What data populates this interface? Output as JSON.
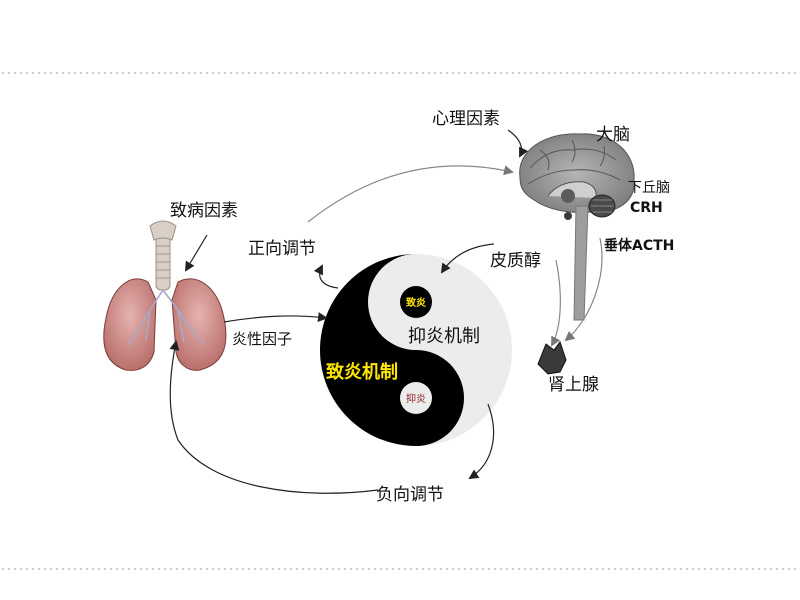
{
  "labels": {
    "psych_factor": "心理因素",
    "cerebrum": "大脑",
    "hypothalamus": "下丘脑",
    "crh": "CRH",
    "pathogenic_factor": "致病因素",
    "positive_regulation": "正向调节",
    "cortisol": "皮质醇",
    "pituitary_acth": "垂体ACTH",
    "inflammatory_factor": "炎性因子",
    "anti_inflammatory_mechanism": "抑炎机制",
    "pro_inflammatory_mechanism": "致炎机制",
    "pro_inflammatory_dot": "致炎",
    "anti_inflammatory_dot": "抑炎",
    "adrenal_gland": "肾上腺",
    "negative_regulation": "负向调节"
  },
  "colors": {
    "yin": "#000000",
    "yang": "#ececec",
    "pro_text": "#ffe600",
    "lung": "#c97a78",
    "brain": "#8a8a8a"
  }
}
